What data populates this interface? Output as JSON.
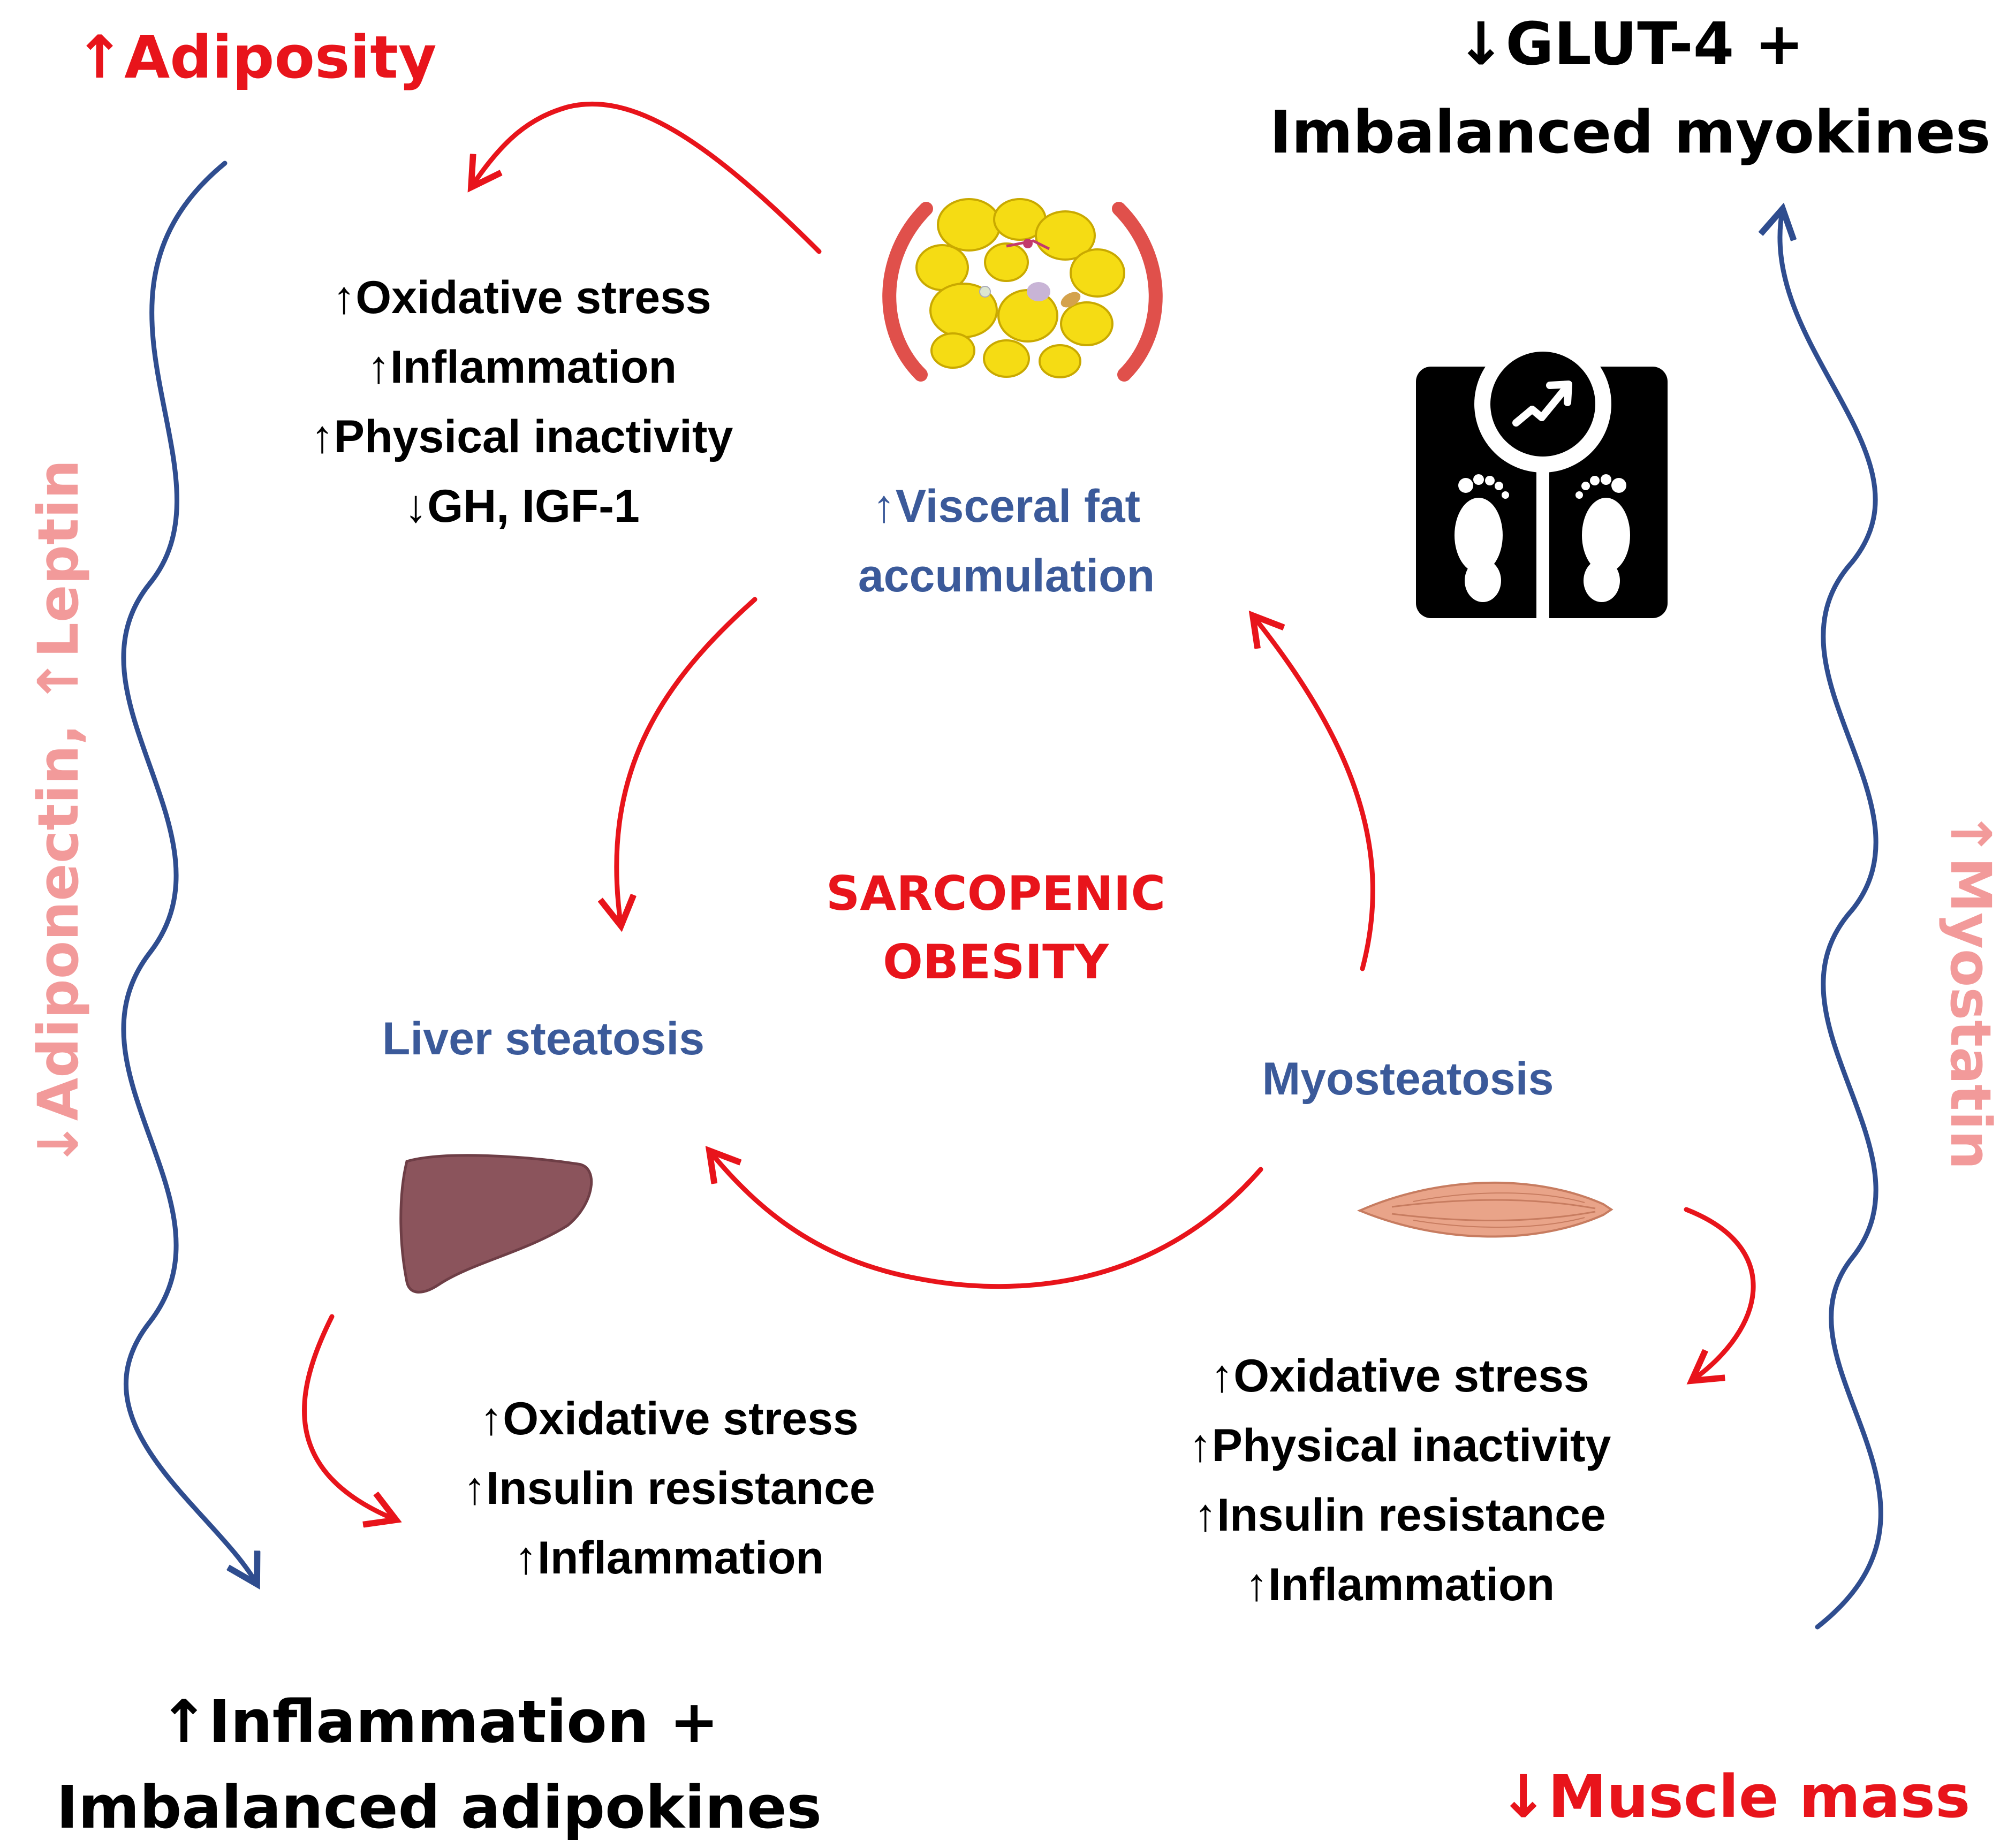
{
  "center": {
    "line1": "SARCOPENIC",
    "line2": "OBESITY"
  },
  "corners": {
    "top_left": "↑Adiposity",
    "top_right_line1": "↓GLUT-4 +",
    "top_right_line2": "Imbalanced myokines",
    "bottom_left_line1": "↑Inflammation +",
    "bottom_left_line2": "Imbalanced adipokines",
    "bottom_right": "↓Muscle mass"
  },
  "side_labels": {
    "left": "↓Adiponectin, ↑Leptin",
    "right": "↑Myostatin"
  },
  "nodes": {
    "visceral_line1": "↑Visceral fat",
    "visceral_line2": "accumulation",
    "liver": "Liver steatosis",
    "myo": "Myosteatosis"
  },
  "lists": {
    "top": [
      "↑Oxidative stress",
      "↑Inflammation",
      "↑Physical inactivity",
      "↓GH, IGF-1"
    ],
    "bottom_left": [
      "↑Oxidative stress",
      "↑Insulin resistance",
      "↑Inflammation"
    ],
    "bottom_right": [
      "↑Oxidative stress",
      "↑Physical inactivity",
      "↑Insulin resistance",
      "↑Inflammation"
    ]
  },
  "colors": {
    "red": "#e8141b",
    "blue_wave": "#2f4d8f",
    "node_blue": "#3b5a9a",
    "pink": "#f29a9a",
    "black": "#000000",
    "fat_yellow": "#f5dc14",
    "fat_outline": "#c9a900",
    "fat_bracket": "#e0504b",
    "liver": "#8b545c",
    "muscle": "#e9a489"
  },
  "icons": [
    "adipose-tissue-icon",
    "weight-scale-icon",
    "liver-icon",
    "muscle-icon"
  ]
}
